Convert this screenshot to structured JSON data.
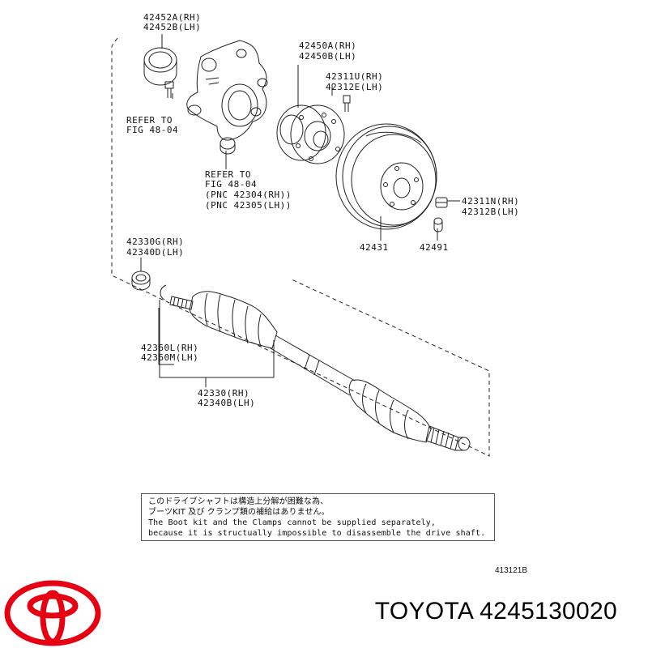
{
  "parts": {
    "bearing_left": [
      "42452A(RH)",
      "42452B(LH)"
    ],
    "hub": [
      "42450A(RH)",
      "42450B(LH)"
    ],
    "hub_bolt": [
      "42311U(RH)",
      "42312E(LH)"
    ],
    "refer_top": [
      "REFER TO",
      "FIG 48-04"
    ],
    "refer_knuckle": [
      "REFER TO",
      "FIG 48-04",
      "(PNC 42304(RH))",
      "(PNC 42305(LH))"
    ],
    "nut": [
      "42311N(RH)",
      "42312B(LH)"
    ],
    "disc": "42431",
    "cap": "42491",
    "seal": [
      "42330G(RH)",
      "42340D(LH)"
    ],
    "boot": [
      "42360L(RH)",
      "42360M(LH)"
    ],
    "shaft": [
      "42330(RH)",
      "42340B(LH)"
    ]
  },
  "note": {
    "jp_line1": "このドライブシャフトは構造上分解が困難な為、",
    "jp_line2": "ブーツKIT 及び クランプ類の補給はありません。",
    "en_line1": "The Boot kit and the Clamps cannot be supplied separately,",
    "en_line2": "because it is structually impossible to disassemble the drive shaft."
  },
  "diagram_id": "413121B",
  "brand": {
    "text": "TOYOTA 4245130020",
    "logo_color": "#e60012"
  }
}
